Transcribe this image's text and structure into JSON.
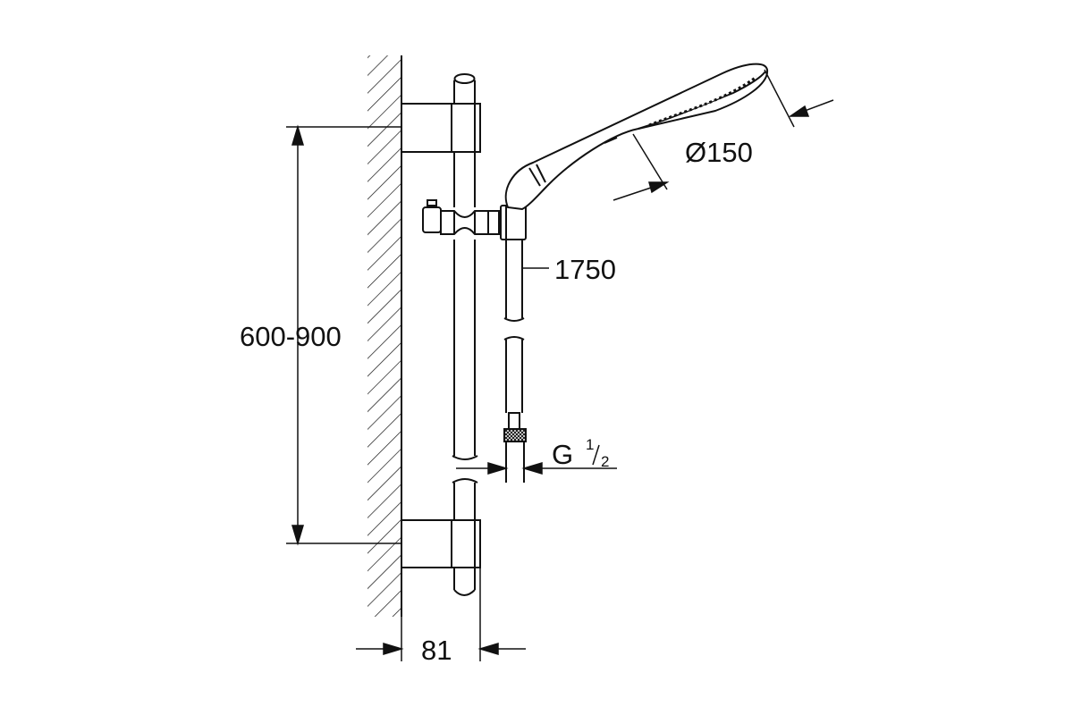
{
  "drawing": {
    "dimensions": {
      "rail_spacing": "600-900",
      "hose_length": "1750",
      "head_diameter": "Ø150",
      "wall_offset": "81",
      "thread_main": "G",
      "thread_num": "1",
      "thread_den": "2"
    },
    "colors": {
      "line": "#111111",
      "background": "#ffffff"
    }
  }
}
